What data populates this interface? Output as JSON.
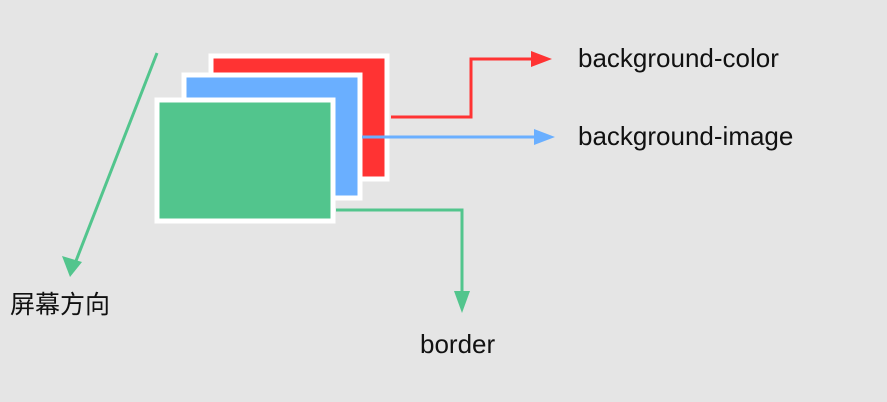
{
  "labels": {
    "background_color": "background-color",
    "background_image": "background-image",
    "border": "border",
    "screen_direction": "屏幕方向"
  },
  "colors": {
    "page_background": "#e5e5e5",
    "background_color_layer": "#ff3333",
    "background_image_layer": "#6aafff",
    "border_layer": "#52c58d",
    "layer_outline": "#ffffff"
  }
}
